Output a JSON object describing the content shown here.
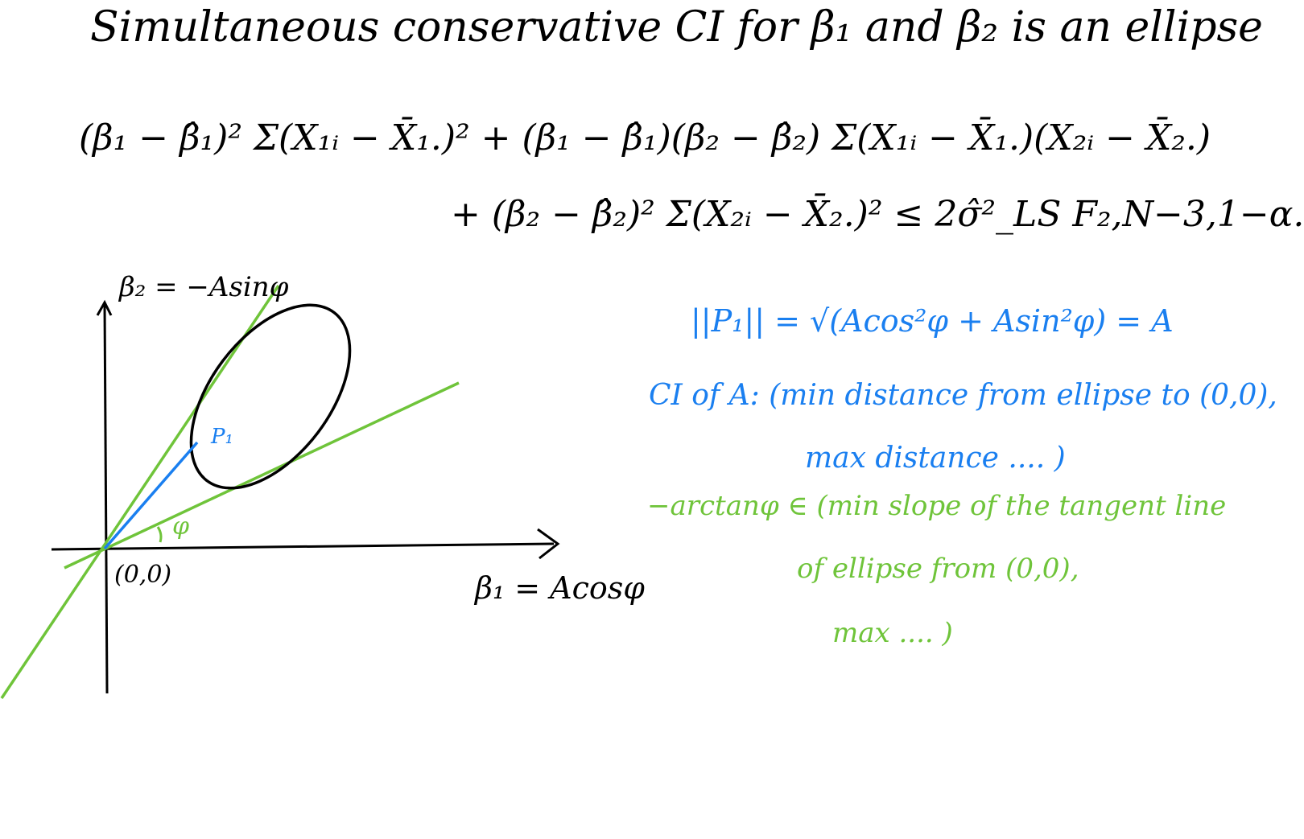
{
  "title": "Simultaneous conservative CI for β₁ and β₂ is an ellipse",
  "equation": {
    "line1": "(β₁ − β̂₁)² Σ(X₁ᵢ − X̄₁.)² + (β₁ − β̂₁)(β₂ − β̂₂) Σ(X₁ᵢ − X̄₁.)(X₂ᵢ − X̄₂.)",
    "line2": "+ (β₂ − β̂₂)² Σ(X₂ᵢ − X̄₂.)² ≤ 2σ̂²_LS F₂,N−3,1−α."
  },
  "diagram": {
    "y_axis_label": "β₂ = −Asinφ",
    "x_axis_label": "β₁ = Acosφ",
    "origin_label": "(0,0)",
    "point_label": "P₁",
    "angle_label": "φ",
    "colors": {
      "ink": "#000000",
      "blue": "#1a7ff0",
      "green": "#6fc43a"
    }
  },
  "notes": {
    "norm": "||P₁|| = √(Acos²φ + Asin²φ) = A",
    "ci_a_line1": "CI of A: (min distance from ellipse to (0,0),",
    "ci_a_line2": "max distance .... )",
    "arctan_line1": "−arctanφ ∈ (min slope of the tangent line",
    "arctan_line2": "of ellipse from (0,0),",
    "arctan_line3": "max ....    )"
  }
}
